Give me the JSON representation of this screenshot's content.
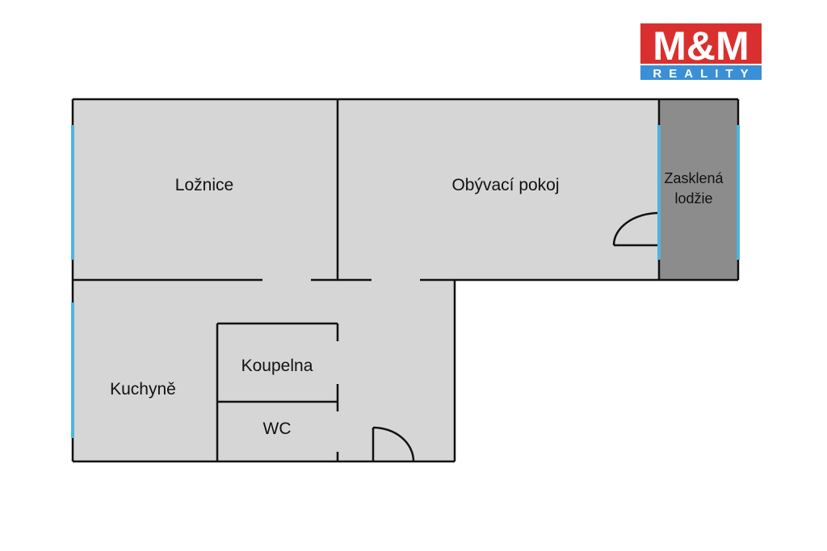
{
  "logo": {
    "top": "M&M",
    "bottom": "REALITY",
    "red": "#d9302f",
    "blue": "#3a8fd6"
  },
  "rooms": {
    "loznice": "Ložnice",
    "obyvaci_pokoj": "Obývací pokoj",
    "lodzie_line1": "Zasklená",
    "lodzie_line2": "lodžie",
    "koupelna": "Koupelna",
    "wc": "WC",
    "kuchyne": "Kuchyně"
  },
  "colors": {
    "floor": "#d6d6d6",
    "loggia": "#8c8c8c",
    "wall": "#111111",
    "window": "#4fb3dd"
  }
}
